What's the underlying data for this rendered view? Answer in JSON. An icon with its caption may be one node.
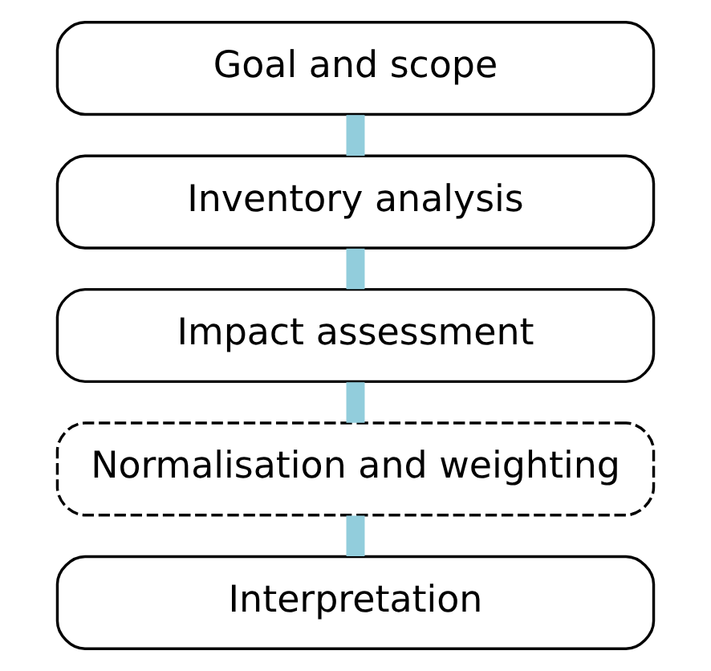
{
  "diagram": {
    "nodes": [
      {
        "text": [
          "Goal and scope"
        ]
      },
      {
        "text": [
          "Inventory analysis"
        ]
      },
      {
        "text": [
          "Impact assessment"
        ]
      },
      {
        "text": [
          "Normalisation and weighting"
        ]
      },
      {
        "text": [
          "Interpretation"
        ]
      }
    ],
    "edges": [
      {
        "from": 0,
        "to": 1,
        "arrow": "none"
      },
      {
        "from": 1,
        "to": 2,
        "arrow": "none"
      },
      {
        "from": 2,
        "to": 3,
        "arrow": "none"
      },
      {
        "from": 3,
        "to": 4,
        "arrow": "none"
      }
    ]
  }
}
